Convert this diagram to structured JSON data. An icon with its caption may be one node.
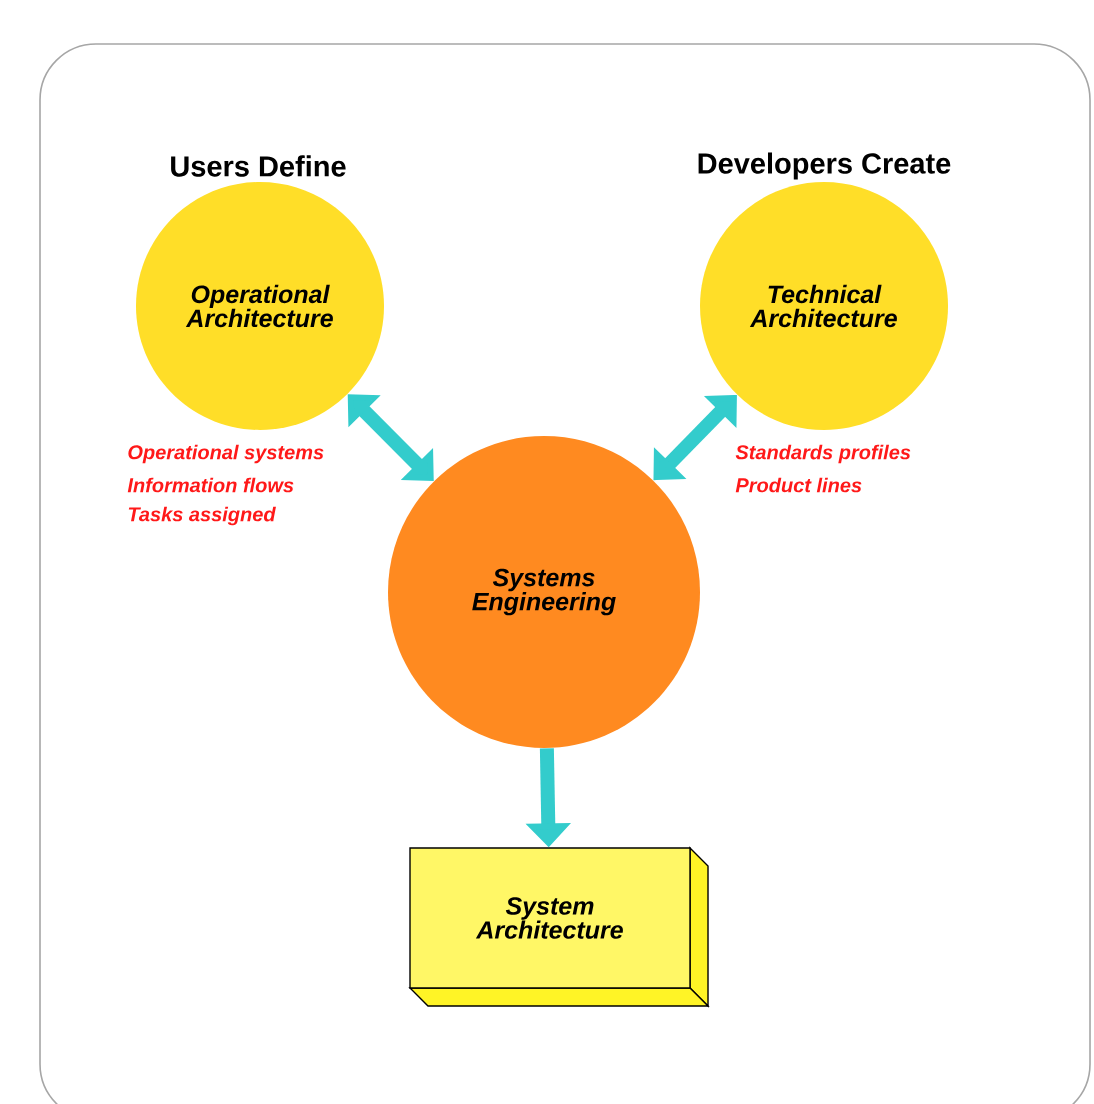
{
  "diagram": {
    "nodes": [
      {
        "text": [
          "Users Define",
          "Operational Architecture"
        ],
        "beside": [
          "Operational systems",
          "Information flows",
          "Tasks assigned"
        ]
      },
      {
        "text": [
          "Developers Create",
          "Technical Architecture"
        ],
        "beside": [
          "Standards profiles",
          "Product lines"
        ]
      },
      {
        "text": [
          "Systems Engineering"
        ]
      },
      {
        "text": [
          "System Architecture"
        ]
      }
    ],
    "edges": [
      {
        "from": 0,
        "to": 2,
        "arrow": "both"
      },
      {
        "from": 1,
        "to": 2,
        "arrow": "both"
      },
      {
        "from": 2,
        "to": 3,
        "arrow": "to"
      }
    ]
  }
}
